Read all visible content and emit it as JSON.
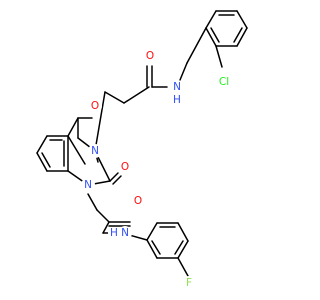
{
  "atoms": {
    "o_amide_top": {
      "text": "O",
      "color": "#ff0d0d"
    },
    "n_amide_top": {
      "text": "N",
      "color": "#3050f8"
    },
    "h_amide_top": {
      "text": "H",
      "color": "#3050f8"
    },
    "cl": {
      "text": "Cl",
      "color": "#1ff01f"
    },
    "o4": {
      "text": "O",
      "color": "#ff0d0d"
    },
    "n3": {
      "text": "N",
      "color": "#3050f8"
    },
    "o2": {
      "text": "O",
      "color": "#ff0d0d"
    },
    "n1": {
      "text": "N",
      "color": "#3050f8"
    },
    "o_amide_bottom": {
      "text": "O",
      "color": "#ff0d0d"
    },
    "n_amide_bottom": {
      "text": "N",
      "color": "#3050f8"
    },
    "h_amide_bottom": {
      "text": "H",
      "color": "#3050f8"
    },
    "f": {
      "text": "F",
      "color": "#90e050"
    }
  }
}
